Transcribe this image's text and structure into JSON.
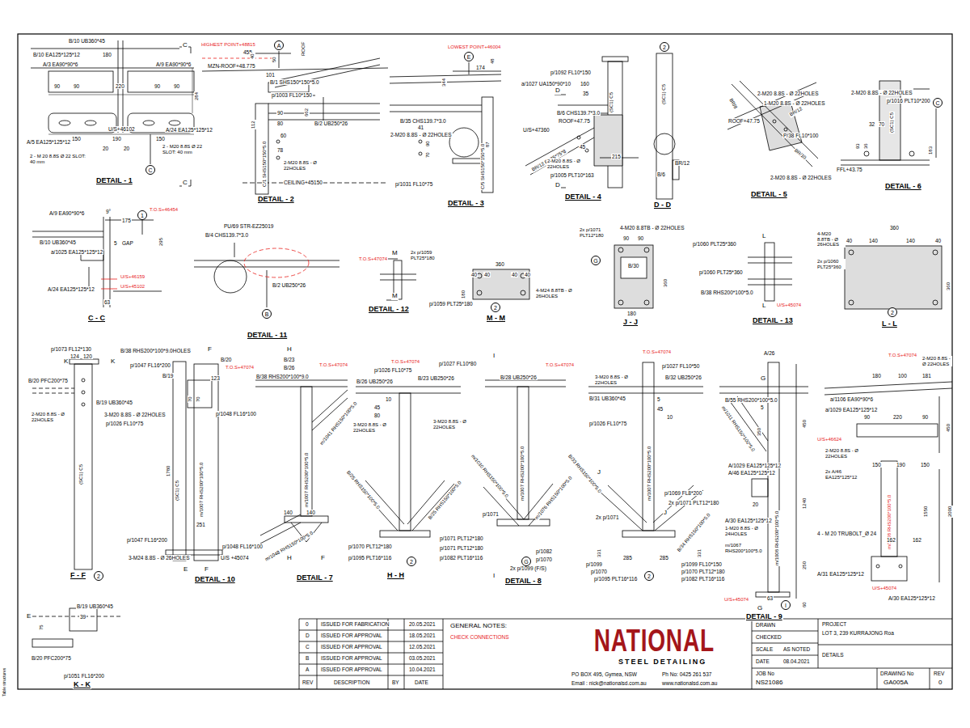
{
  "diagram": {
    "nodes": [
      {
        "text": [
          "C"
        ]
      },
      {
        "text": [
          "A"
        ]
      },
      {
        "text": [
          "E"
        ]
      },
      {
        "text": [
          "2"
        ]
      },
      {
        "text": [
          "C"
        ]
      },
      {
        "text": [
          "1"
        ]
      },
      {
        "text": [
          "B"
        ]
      },
      {
        "text": [
          "2"
        ]
      },
      {
        "text": [
          "G"
        ]
      },
      {
        "text": [
          "2"
        ]
      },
      {
        "text": [
          "2"
        ]
      },
      {
        "text": [
          "2"
        ]
      },
      {
        "text": [
          "G"
        ]
      },
      {
        "text": [
          "2"
        ]
      },
      {
        "text": [
          "I"
        ]
      }
    ],
    "labels": [
      "Table structures",
      "B/10 UB360*45",
      "C",
      "B/10 EA125*125*12",
      "180",
      "A/3 EA90*90*6",
      "A/9 EA90*90*6",
      "90",
      "90",
      "220",
      "90",
      "90",
      "284",
      "U/S+46102",
      "A/5 EA125*125*12",
      "A/24 EA125*125*12",
      "150",
      "190",
      "150",
      "20",
      "20",
      "2 - M 20 8.8S Ø 22 SLOT: 40 mm",
      "2 - M20 8.8S Ø 22 SLOT: 40 mm",
      "C",
      "DETAIL - 1",
      "HIGHEST POINT+48815",
      "455",
      "ROOF",
      "40",
      "MZN-ROOF+48.775",
      "50",
      "101",
      "B/1 SHS150*150*5.0",
      "p/1003 FL10*150",
      "90",
      "80",
      "B/2 UB250*26",
      "60",
      "78",
      "112",
      "662",
      "C/1 SHS150*150*5.0",
      "2-M20 8.8S - Ø 22HOLES",
      "CEILING+45150",
      "DETAIL - 2",
      "LOWEST POINT+46004",
      "174",
      "48",
      "344",
      "B/35 CHS139.7*3.0",
      "2-M20 8.8S - Ø 22HOLES",
      "41",
      "90",
      "70",
      "87",
      "C/5 SHS150*150*5.0",
      "p/1031 FL10*75",
      "DETAIL - 3",
      "p/1092 FL10*150",
      "a/1027 UA150*90*10",
      "D",
      "160",
      "35",
      "B/6 CHS139.7*3.0",
      "ROOF+47.75",
      "U/S+47360",
      "(SC1) C5",
      "BR/12 EA75*75*8",
      "45",
      "2-M20 8.8S - Ø 22HOLES",
      "215",
      "p/1005 PLT10*163",
      "D",
      "DETAIL - 4",
      "(SC1) C5",
      "BR/12",
      "B/6",
      "D - D",
      "2-M20 8.8S - Ø 22HOLES",
      "1-M20 8.8S - Ø 22HOLES",
      "BR/8",
      "ROOF+47.75",
      "BR/12",
      "P/38 FL10*100",
      "BR/10",
      "2-M20 8.8S - Ø 22HOLES",
      "DETAIL - 5",
      "2-M20 8.8S - Ø 22HOLES",
      "p/1016 PLT10*200",
      "32",
      "70",
      "93",
      "36",
      "(SC1) C5",
      "183",
      "FFL+43.75",
      "DETAIL - 6",
      "A/9 EA90*90*6",
      "9°",
      "T.O.S+46454",
      "175",
      "B/10 UB360*45",
      "5",
      "GAP",
      "295",
      "a/1025 EA125*125*12",
      "U/S+46159",
      "A/24 EA125*125*12",
      "U/S+45102",
      "63",
      "C - C",
      "PU/69 STR-EZ25019",
      "B/4 CHS139.7*3.0",
      "B/2 UB250*26",
      "DETAIL - 11",
      "T.O.S+47074",
      "M",
      "2x p/1059 PLT25*180",
      "M",
      "DETAIL - 12",
      "360",
      "40",
      "40",
      "40",
      "40",
      "180",
      "4-M24 8.8TB - Ø 26HOLES",
      "p/1059 PLT25*180",
      "M - M",
      "2x p/1071 PLT12*180",
      "4-M20 8.8TB - Ø 22HOLES",
      "90",
      "90",
      "B/30",
      "360",
      "180",
      "J - J",
      "L",
      "p/1060 PLT25*360",
      "p/1060 PLT25*360",
      "B/38 RHS200*100*5.0",
      "L",
      "U/S+45074",
      "DETAIL - 13",
      "4-M20 8.8TB - Ø 26HOLES",
      "360",
      "40",
      "140",
      "140",
      "40",
      "2x p/1060 PLT25*360",
      "360",
      "L - L",
      "p/1073 FL12*130",
      "124",
      "120",
      "K",
      "K",
      "B/20 PFC200*75",
      "B/19 UB360*45",
      "2-M20 8.8S - Ø 22HOLES",
      "3-M20 8.8S - Ø 22HOLES",
      "p/1026 FL10*75",
      "(SC1) C5",
      "F - F",
      "B/38 RHS200*100*9.0HOLES",
      "F",
      "B/20",
      "p/1047 FL16*200",
      "T.O.S+47074",
      "B/19",
      "123",
      "70",
      "70",
      "p/1048 FL16*100",
      "1780",
      "(SC1) C5",
      "m/1007 RHS200*100*5.0",
      "251",
      "p/1047 FL16*200",
      "p/1048 FL16*100",
      "3-M24 8.8S - Ø 26HOLES",
      "U/S +45074",
      "E",
      "F",
      "DETAIL - 10",
      "H",
      "B/23",
      "B/26",
      "T.O.S+47074",
      "B/38 RHS200*100*9.0",
      "m/1041 RHS150*100*5.0",
      "m/1007 RHS200*100*5.0",
      "m/1048 RHS150*100*5.0",
      "140",
      "140",
      "H",
      "F",
      "DETAIL - 7",
      "p/1026 FL10*75",
      "T.O.S+47074",
      "p/1027 FL10*80",
      "B/26 UB250*26",
      "B/23 UB250*26",
      "10",
      "45",
      "80",
      "3-M20 8.8S - Ø 22HOLES",
      "3-M20 8.8S - Ø 22HOLES",
      "B/25 RHS150*100*5.0",
      "B/25 RHS150*100*5.0",
      "p/1070 PLT12*180",
      "p/1071 PLT12*180",
      "p/1071 PLT12*180",
      "p/1095 PLT16*116",
      "p/1082 PLT16*116",
      "H - H",
      "I",
      "B/28 UB250*26",
      "T.O.S+47074",
      "m/1007 RHS200*100*5.0",
      "p/1071",
      "m/1010 RHS150*100*5.0",
      "m/1076 RHS150*100*5.0",
      "p/1082",
      "p/1070",
      "2x p/1099 (F/S)",
      "I",
      "DETAIL - 8",
      "T.O.S+47074",
      "p/1027 FL10*50",
      "3-M20 8.8S - Ø 22HOLES",
      "B/32 UB250*26",
      "B/31 UB360*45",
      "5",
      "45",
      "10",
      "p/1026 FL10*75",
      "m/1007 RHS200*100*5.0",
      "J",
      "p/1069 FL8*200",
      "2x p/1071 PLT12*180",
      "J",
      "2x p/1071",
      "B/33 RHS150*100*5.0",
      "B/34 RHS150*100*5.0",
      "331",
      "331",
      "285",
      "285",
      "p/1099",
      "p/1070",
      "p/1095 PLT16*116",
      "p/1099 FL10*150",
      "p/1070 PLT12*180",
      "p/1082 PLT16*116",
      "A/26",
      "G",
      "B/55 RHS200*100*5.0",
      "5",
      "450",
      "m/1011 RHS150*100*5.0",
      "350",
      "A/1029 EA125*125*12",
      "A/46 EA125*125*12",
      "20",
      "1240",
      "m/1008 RHS200*100*5.0",
      "A/30 EA125*125*12",
      "1-M20 8.8S - Ø 24HOLES",
      "m/1067 RHS200*100*5.0",
      "250",
      "U/S+45074",
      "63",
      "60",
      "G",
      "DETAIL - 9",
      "T.O.S+47074",
      "2-M20 8.8S - Ø 22HOLES",
      "180",
      "100",
      "181",
      "a/1106 EA90*90*6",
      "a/1029 EA125*125*12",
      "90",
      "220",
      "90",
      "450",
      "U/S+46624",
      "2-M20 8.8S - Ø 22HOLES",
      "150",
      "190",
      "150",
      "2x A/46 EA125*125*12",
      "m/1008 RHS200*100*5.0",
      "1550",
      "2000",
      "4 - M 20 TRUBOLT_Ø 24",
      "162",
      "162",
      "A/31 EA125*125*12",
      "U/S+45074",
      "A/30 EA125*125*12",
      "B/19 UB360*45",
      "E",
      "39",
      "75",
      "B/20 PFC200*75",
      "p/1051 FL16*200",
      "K - K",
      "0",
      "ISSUED FOR FABRICATION",
      "20.05.2021",
      "D",
      "ISSUED FOR APPROVAL",
      "18.05.2021",
      "C",
      "ISSUED FOR APPROVAL",
      "12.05.2021",
      "B",
      "ISSUED FOR APPROVAL",
      "03.05.2021",
      "A",
      "ISSUED FOR APPROVAL",
      "10.04.2021",
      "REV",
      "DESCRIPTION",
      "BY",
      "DATE",
      "GENERAL NOTES:",
      "CHECK CONNECTIONS",
      "NATIONAL",
      "STEEL DETAILING",
      "PO BOX 495, Gymea, NSW",
      "Ph No: 0425 261 537",
      "Email : nick@nationalsd.com.au",
      "www.nationalsd.com.au",
      "DRAWN",
      "CHECKED",
      "SCALE",
      "AS NOTED",
      "DATE",
      "08.04.2021",
      "PROJECT",
      "LOT 3, 239 KURRAJONG Roa",
      "DETAILS",
      "JOB No",
      "NS21086",
      "DRAWING No",
      "GA005A",
      "REV",
      "0"
    ]
  }
}
